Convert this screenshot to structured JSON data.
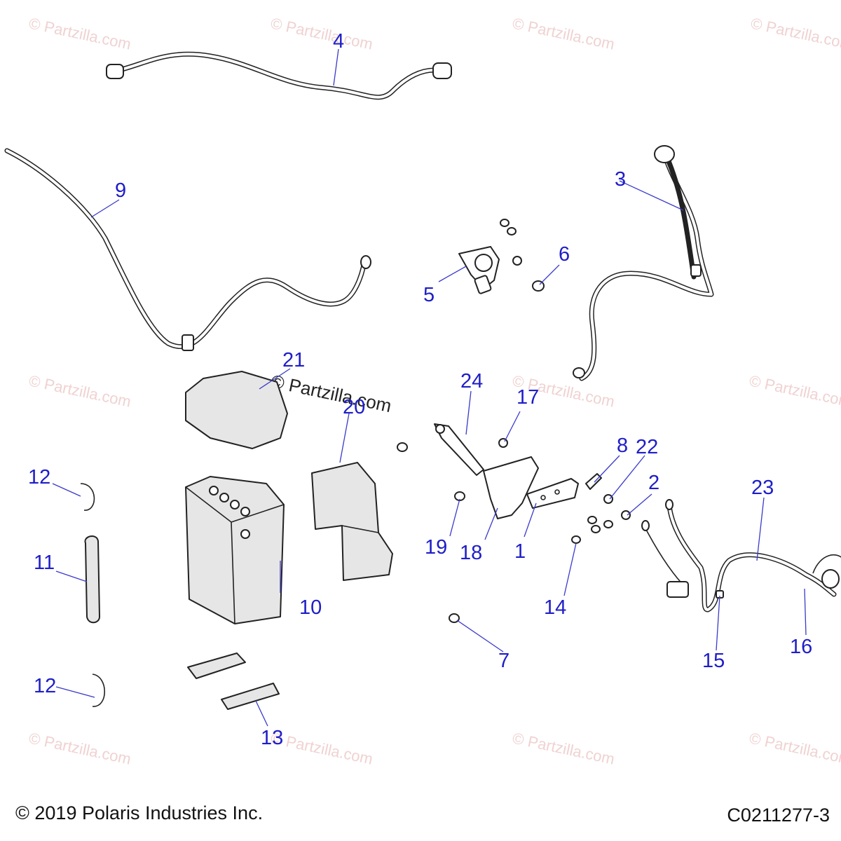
{
  "watermark": "© Partzilla.com",
  "copyright": "© 2019 Polaris Industries Inc.",
  "reference_code": "C0211277-3",
  "callouts": {
    "c1": "1",
    "c2": "2",
    "c3": "3",
    "c4": "4",
    "c5": "5",
    "c6": "6",
    "c7": "7",
    "c8": "8",
    "c9": "9",
    "c10": "10",
    "c11": "11",
    "c12a": "12",
    "c12b": "12",
    "c13": "13",
    "c14": "14",
    "c15": "15",
    "c16": "16",
    "c17": "17",
    "c18": "18",
    "c19": "19",
    "c20": "20",
    "c21": "21",
    "c22": "22",
    "c23": "23",
    "c24": "24"
  }
}
